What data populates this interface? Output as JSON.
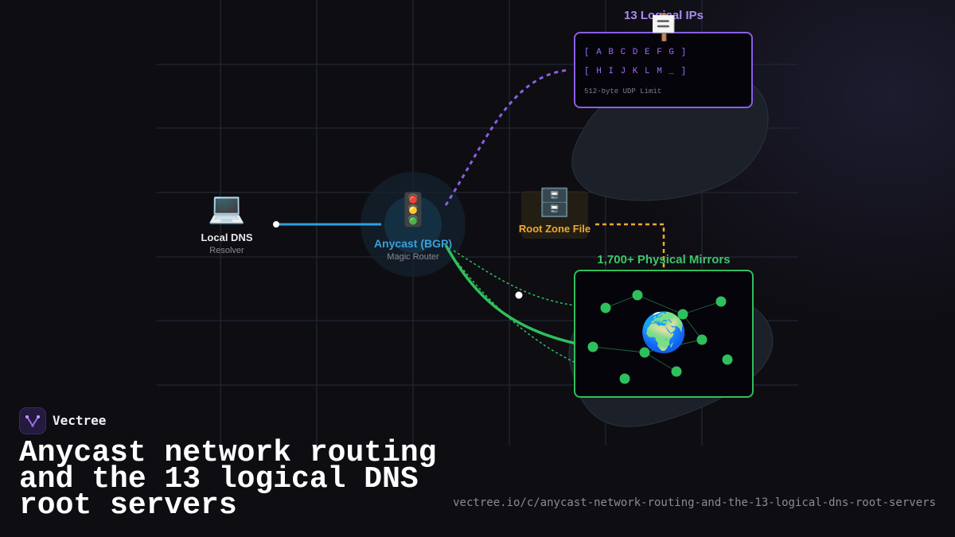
{
  "diagram": {
    "local_dns": {
      "icon": "laptop-icon",
      "title": "Local DNS",
      "subtitle": "Resolver"
    },
    "anycast": {
      "icon": "traffic-light-icon",
      "title": "Anycast (BGP)",
      "subtitle": "Magic Router"
    },
    "root_zone": {
      "icon": "file-cabinet-icon",
      "title": "Root Zone File"
    },
    "logical_ips": {
      "icon": "signpost-icon",
      "title": "13 Logical IPs",
      "row1": "[ A B C D E F G ]",
      "row2": "[ H I J K L M _ ]",
      "note": "512-byte UDP Limit"
    },
    "physical_mirrors": {
      "icon": "globe-icon",
      "title": "1,700+ Physical Mirrors"
    }
  },
  "colors": {
    "resolver_link": "#2f9fe0",
    "logical_link": "#8a5ee8",
    "rootzone_link": "#f0a830",
    "mirror_link": "#2fbf5c"
  },
  "branding": {
    "name": "Vectree",
    "logo_icon": "vectree-logo-icon"
  },
  "title": "Anycast network routing and the 13 logical DNS root servers",
  "url": "vectree.io/c/anycast-network-routing-and-the-13-logical-dns-root-servers"
}
